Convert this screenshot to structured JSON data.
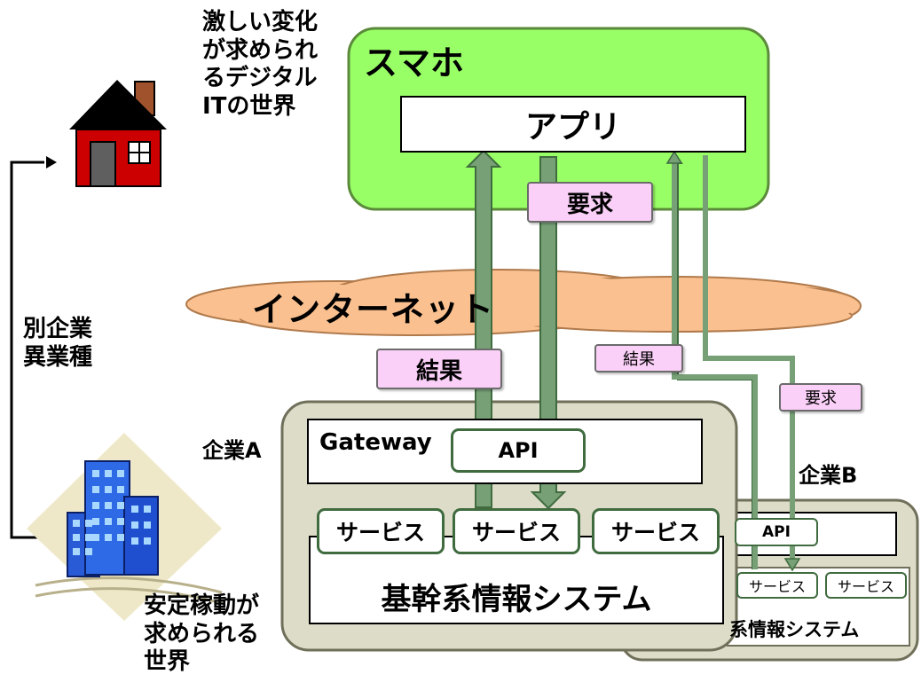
{
  "labels": {
    "digital_world": [
      "激しい変化",
      "が求められ",
      "るデジタル",
      "ITの世界"
    ],
    "other_company": [
      "別企業",
      "異業種"
    ],
    "stable_world": [
      "安定稼動が",
      "求められる",
      "世界"
    ],
    "company_a": "企業A",
    "company_b": "企業B",
    "smartphone": "スマホ",
    "app": "アプリ",
    "internet": "インターネット",
    "gateway": "Gateway",
    "api_a": "API",
    "api_b": "API",
    "core_system_a": "基幹系情報システム",
    "core_system_b": "系情報システム",
    "request_large": "要求",
    "result_large": "結果",
    "result_small": "結果",
    "request_small": "要求"
  },
  "services_a": [
    "サービス",
    "サービス",
    "サービス"
  ],
  "services_b": [
    "サービス",
    "サービス"
  ],
  "colors": {
    "smartphone_fill": "#99ff66",
    "smartphone_border": "#5a8a3a",
    "company_fill": "#dddcc8",
    "company_border": "#6f6f5a",
    "cloud_fill": "#fac090",
    "arrow_fill": "#77a077",
    "arrow_border": "#3f6b3f",
    "tag_fill": "#fbd0f8"
  },
  "icons": [
    "house-icon",
    "office-buildings-icon"
  ]
}
